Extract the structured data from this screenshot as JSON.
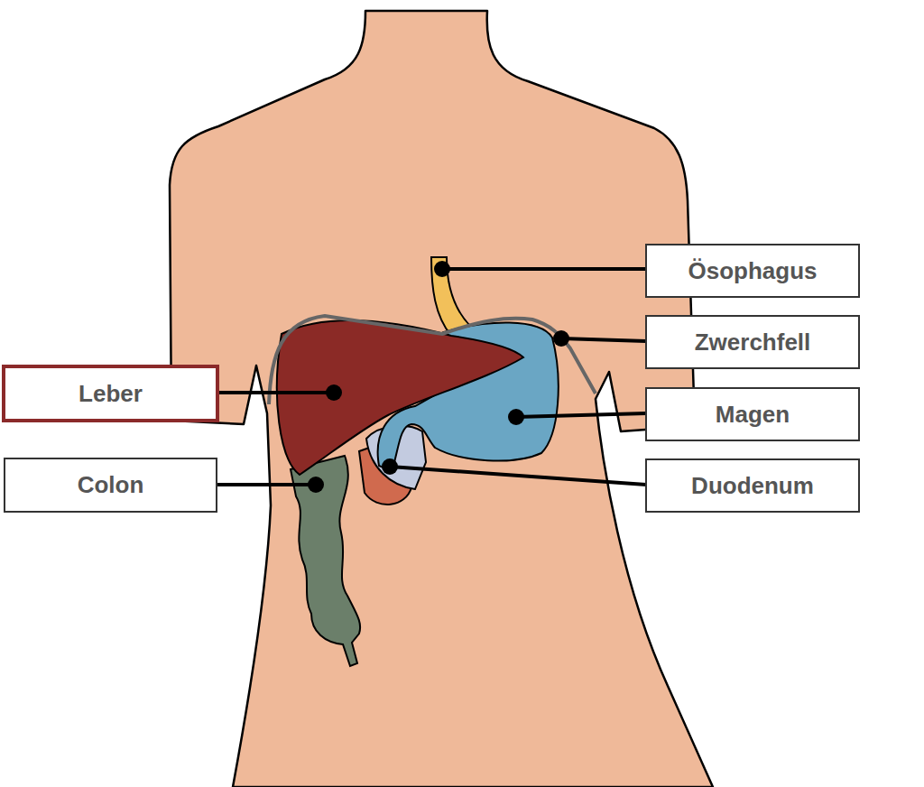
{
  "diagram": {
    "nodes": [
      {
        "text": [
          "Ösophagus"
        ]
      },
      {
        "text": [
          "Zwerchfell"
        ]
      },
      {
        "text": [
          "Leber"
        ]
      },
      {
        "text": [
          "Magen"
        ]
      },
      {
        "text": [
          "Colon"
        ]
      },
      {
        "text": [
          "Duodenum"
        ]
      }
    ]
  }
}
